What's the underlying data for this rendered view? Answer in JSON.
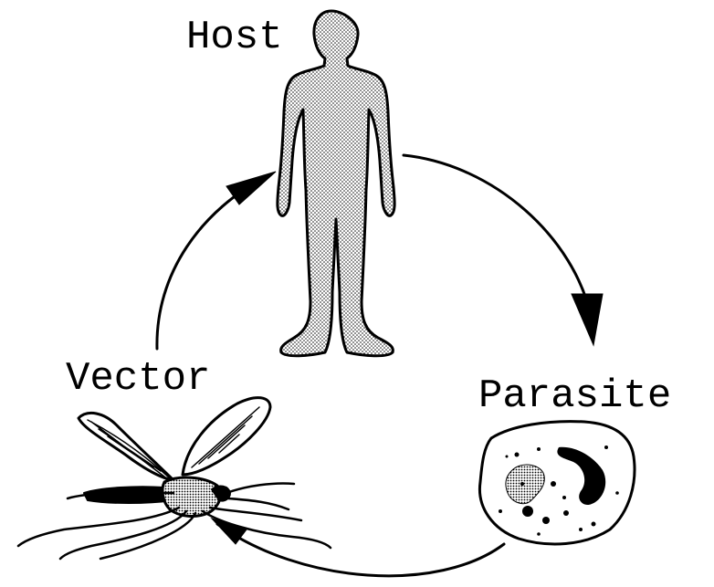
{
  "labels": {
    "host": "Host",
    "vector": "Vector",
    "parasite": "Parasite"
  },
  "colors": {
    "ink": "#000000",
    "paper": "#ffffff",
    "stipple": "#000000"
  },
  "cycle": {
    "nodes": [
      "Host",
      "Parasite",
      "Vector"
    ],
    "edges": [
      {
        "from": "Host",
        "to": "Parasite"
      },
      {
        "from": "Parasite",
        "to": "Vector"
      },
      {
        "from": "Vector",
        "to": "Host"
      }
    ]
  },
  "icons": {
    "host": "human-figure-icon",
    "vector": "mosquito-icon",
    "parasite": "parasite-cell-icon"
  }
}
